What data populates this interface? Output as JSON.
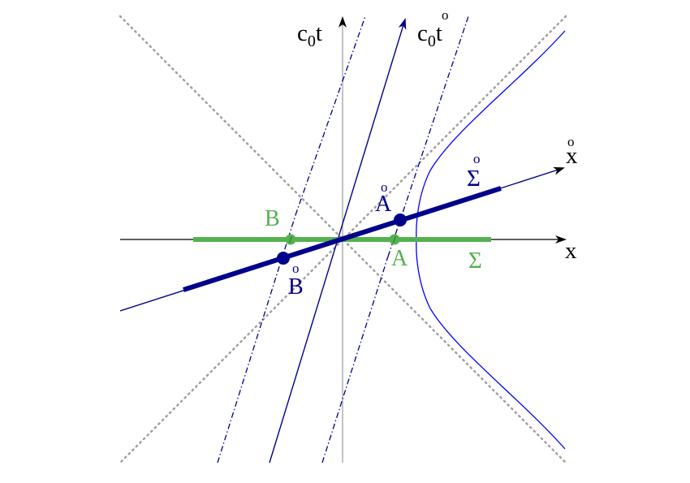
{
  "colors": {
    "black": "#000000",
    "navy": "#00008b",
    "blue": "#0000ff",
    "green": "#55b14f",
    "gray": "#999999",
    "dotted": "#a0a0a0"
  },
  "labels": {
    "t_axis_base": "c",
    "t_axis_sub": "0",
    "t_axis_var": "t",
    "tp_axis_base": "c",
    "tp_axis_sub": "0",
    "tp_axis_var": "t",
    "tp_axis_mark": "o",
    "x_axis": "x",
    "xp_axis": "x",
    "xp_axis_mark": "o",
    "point_A": "A",
    "point_B": "B",
    "point_Ap": "A",
    "point_Ap_mark": "o",
    "point_Bp": "B",
    "point_Bp_mark": "o",
    "sigma": "Σ",
    "sigma_p": "Σ",
    "sigma_p_mark": "o"
  }
}
